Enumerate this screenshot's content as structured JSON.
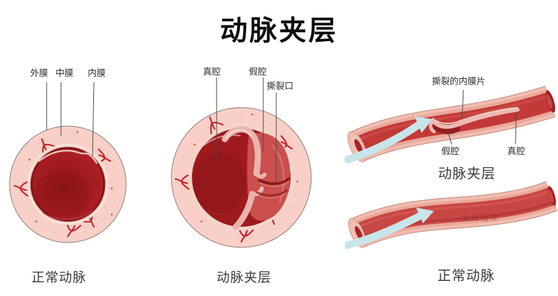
{
  "title": "动脉夹层",
  "left_panel": {
    "caption": "正常动脉",
    "labels": {
      "adventitia": "外膜",
      "media": "中膜",
      "intima": "内膜"
    }
  },
  "middle_panel": {
    "caption": "动脉夹层",
    "labels": {
      "true_lumen": "真腔",
      "false_lumen": "假腔",
      "tear": "撕裂口"
    }
  },
  "right_top_panel": {
    "caption": "动脉夹层",
    "labels": {
      "torn_intimal_flap": "撕裂的内膜片",
      "false_lumen": "假腔",
      "true_lumen": "真腔"
    }
  },
  "right_bottom_panel": {
    "caption": "正常动脉",
    "watermark": "太帅图库"
  },
  "colors": {
    "artery_wall_pink": "#f9d0c8",
    "media_cream": "#f6e3d5",
    "lumen_red": "#a91d22",
    "lumen_dark_red": "#8f161a",
    "false_lumen_red": "#ca4f4d",
    "intimal_flap_pink": "#eab4ae",
    "blood_flow_arrow_blue": "#c7e5eb",
    "vessel_branch_red": "#c4262c",
    "label_text": "#2e2e2e"
  }
}
